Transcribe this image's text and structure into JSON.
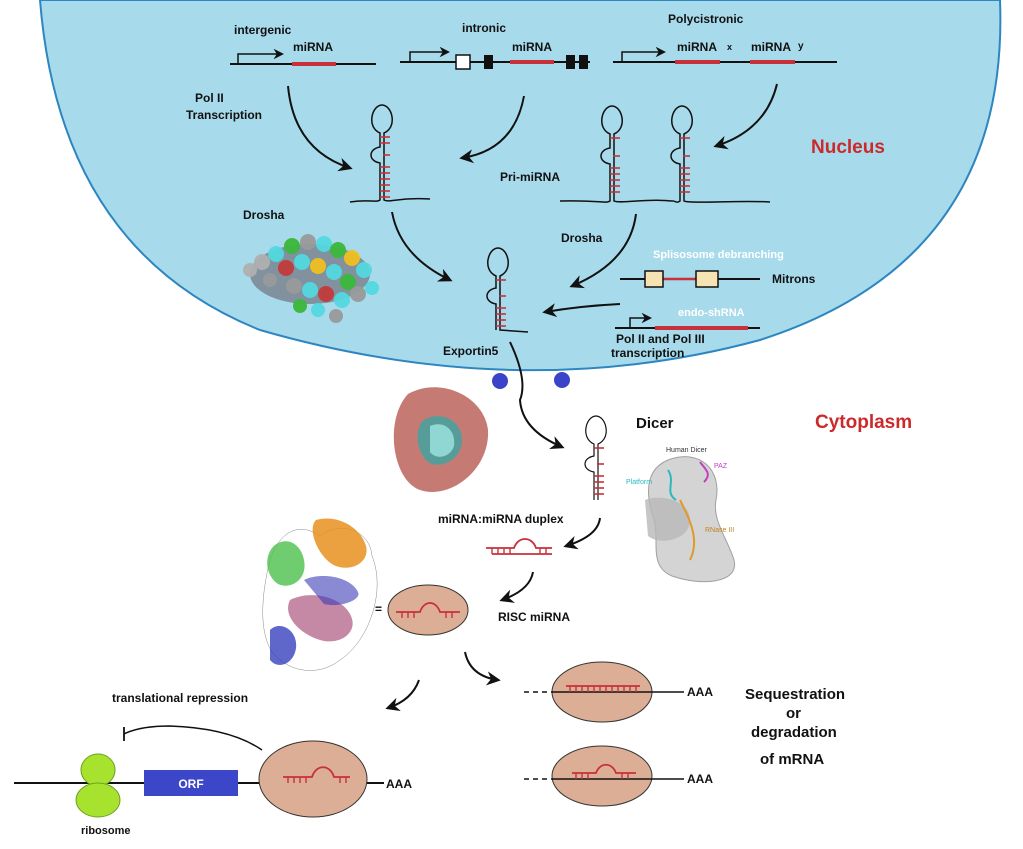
{
  "compartments": {
    "nucleus": "Nucleus",
    "cytoplasm": "Cytoplasm"
  },
  "genes": {
    "intergenic": "intergenic",
    "intronic": "intronic",
    "polycistronic": "Polycistronic",
    "mirna": "miRNA",
    "mirna_x": "miRNA",
    "x": "x",
    "mirna_y": "miRNA",
    "y": "y"
  },
  "labels": {
    "pol2_transcription": [
      "Pol II",
      "Transcription"
    ],
    "drosha_protein": "Drosha",
    "pri_mirna": "Pri-miRNA",
    "drosha_step": "Drosha",
    "splisosome": "Splisosome debranching",
    "mitrons": "Mitrons",
    "endo_shrna": "endo-shRNA",
    "pol2_pol3": [
      "Pol II and Pol III",
      "transcription"
    ],
    "exportin5": "Exportin5",
    "dicer": "Dicer",
    "duplex": "miRNA:miRNA duplex",
    "risc": "RISC miRNA",
    "equals": "=",
    "translational_repression": "translational repression",
    "orf": "ORF",
    "aaa1": "AAA",
    "aaa2": "AAA",
    "aaa3": "AAA",
    "ribosome": "ribosome",
    "sequestration": [
      "Sequestration",
      "or",
      "degradation",
      "of mRNA"
    ],
    "human_dicer": "Human Dicer",
    "platform": "Platform",
    "paz": "PAZ",
    "rnase": "RNase III"
  },
  "colors": {
    "nucleus_fill": "#a7dbeb",
    "nucleus_stroke": "#2e86c1",
    "mirna_red": "#c8313a",
    "risc_fill": "#dcae95",
    "orf_fill": "#3c46c8",
    "ribosome_fill": "#a6e22e",
    "pore_fill": "#3b44c8",
    "exon_fill": "#f5e3b3"
  }
}
